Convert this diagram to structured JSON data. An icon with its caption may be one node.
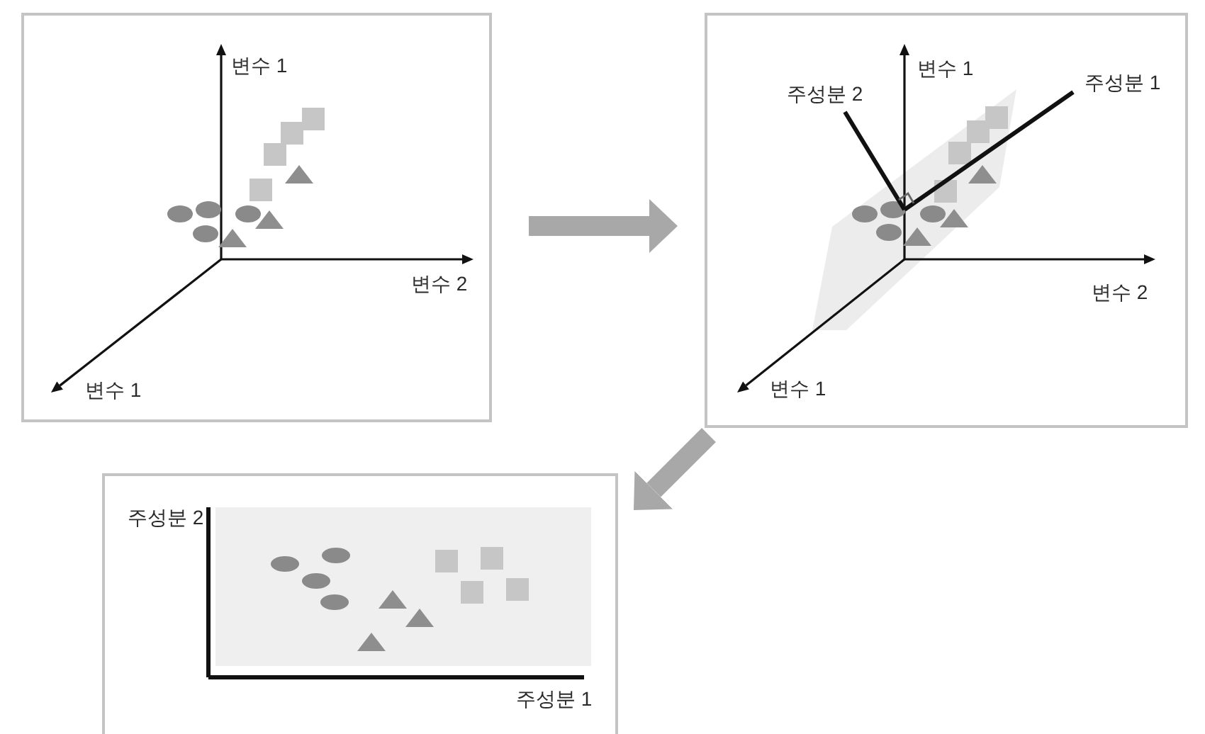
{
  "diagram": {
    "nodes": [
      {
        "text": [
          "변수 1",
          "변수 2",
          "변수 1"
        ]
      },
      {
        "text": [
          "주성분 2",
          "변수 1",
          "주성분 1",
          "변수 2",
          "변수 1"
        ]
      },
      {
        "text": [
          "주성분 2",
          "주성분 1"
        ]
      }
    ],
    "edges": [
      {
        "from": 0,
        "to": 1,
        "arrow": "to"
      },
      {
        "from": 1,
        "to": 2,
        "arrow": "to"
      }
    ]
  }
}
